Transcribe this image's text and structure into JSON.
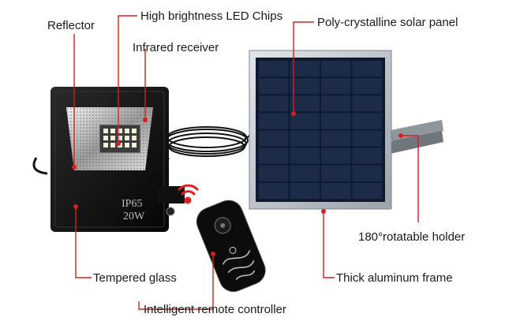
{
  "callouts": {
    "reflector": "Reflector",
    "led_chips": "High brightness LED Chips",
    "infrared": "Infrared receiver",
    "solar_panel": "Poly-crystalline solar panel",
    "holder": "180°rotatable holder",
    "glass": "Tempered glass",
    "frame": "Thick aluminum frame",
    "remote": "Intelligent remote controller"
  },
  "product": {
    "rating": "IP65",
    "wattage": "20W"
  },
  "colors": {
    "callout_line": "#d42020",
    "panel_cell": "#1c2b48",
    "frame": "#b9c0c6",
    "housing": "#151515"
  }
}
